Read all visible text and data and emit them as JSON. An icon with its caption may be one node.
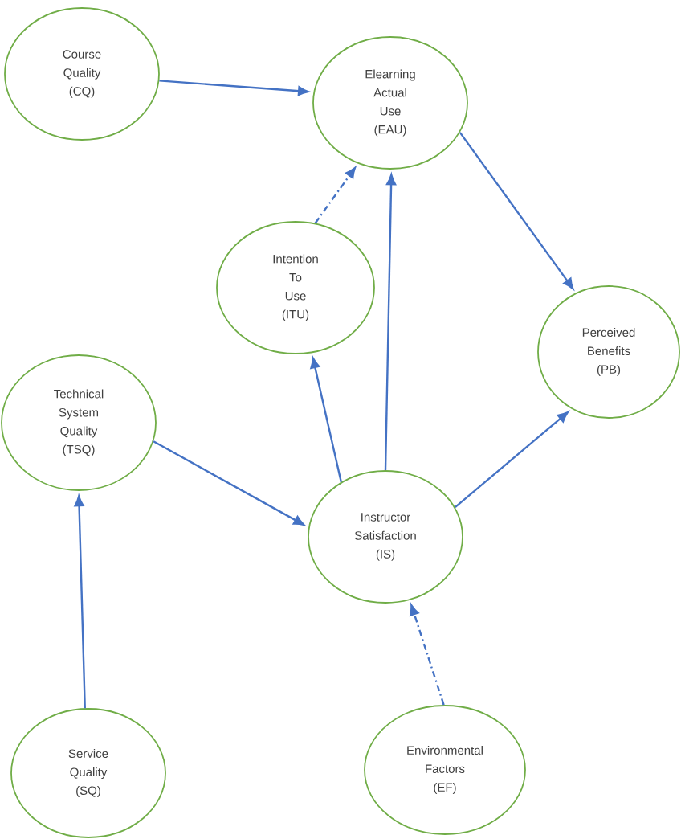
{
  "diagram": {
    "nodes": [
      {
        "text": [
          "Course Quality (CQ)"
        ]
      },
      {
        "text": [
          "Elearning Actual Use (EAU)"
        ]
      },
      {
        "text": [
          "Intention To Use (ITU)"
        ]
      },
      {
        "text": [
          "Perceived Benefits (PB)"
        ]
      },
      {
        "text": [
          "Technical System Quality (TSQ)"
        ]
      },
      {
        "text": [
          "Instructor Satisfaction (IS)"
        ]
      },
      {
        "text": [
          "Service Quality (SQ)"
        ]
      },
      {
        "text": [
          "Environmental Factors (EF)"
        ]
      }
    ],
    "edges": [
      {
        "from": 0,
        "to": 1,
        "arrow": "to"
      },
      {
        "from": 2,
        "to": 1,
        "arrow": "to",
        "style": "dashed"
      },
      {
        "from": 1,
        "to": 3,
        "arrow": "to"
      },
      {
        "from": 5,
        "to": 2,
        "arrow": "to"
      },
      {
        "from": 5,
        "to": 1,
        "arrow": "to"
      },
      {
        "from": 5,
        "to": 3,
        "arrow": "to"
      },
      {
        "from": 4,
        "to": 5,
        "arrow": "to"
      },
      {
        "from": 6,
        "to": 4,
        "arrow": "to"
      },
      {
        "from": 7,
        "to": 5,
        "arrow": "to",
        "style": "dashed"
      }
    ]
  }
}
